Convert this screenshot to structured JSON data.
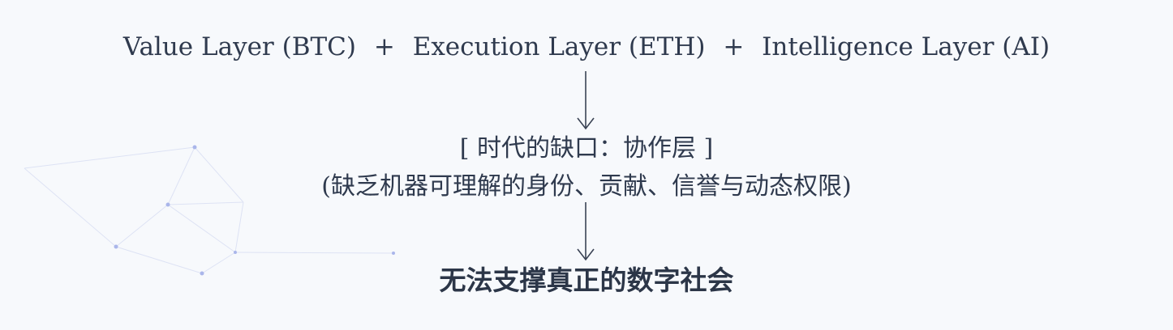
{
  "layers": [
    {
      "label": "Value Layer (BTC)"
    },
    {
      "label": "Execution Layer (ETH)"
    },
    {
      "label": "Intelligence Layer (AI)"
    }
  ],
  "operator": "+",
  "gap": {
    "title": "[ 时代的缺口：协作层 ]",
    "description": "(缺乏机器可理解的身份、贡献、信誉与动态权限)"
  },
  "conclusion": "无法支撑真正的数字社会",
  "colors": {
    "background": "#f7f9fc",
    "text": "#2f3a4e",
    "arrow": "#3a4354",
    "network": "#a9b5e6"
  }
}
